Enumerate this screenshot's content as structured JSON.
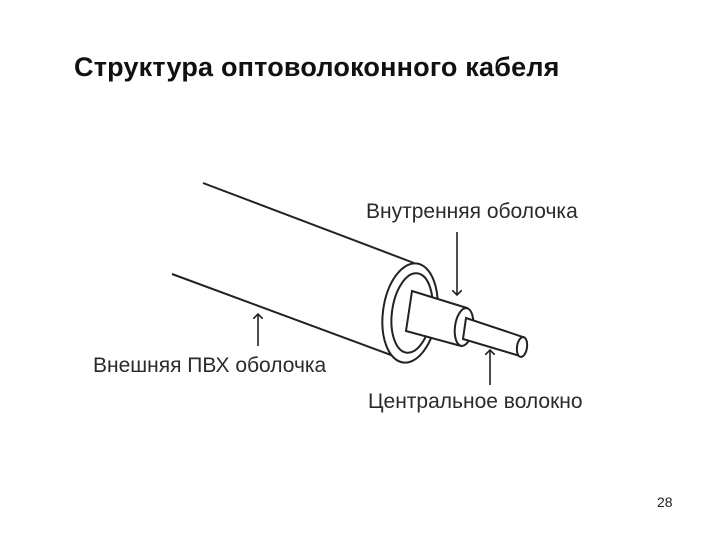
{
  "title": "Структура оптоволоконного кабеля",
  "labels": {
    "inner_sheath": "Внутренняя оболочка",
    "outer_sheath": "Внешняя ПВХ оболочка",
    "central_fiber": "Центральное волокно"
  },
  "page_number": "28"
}
